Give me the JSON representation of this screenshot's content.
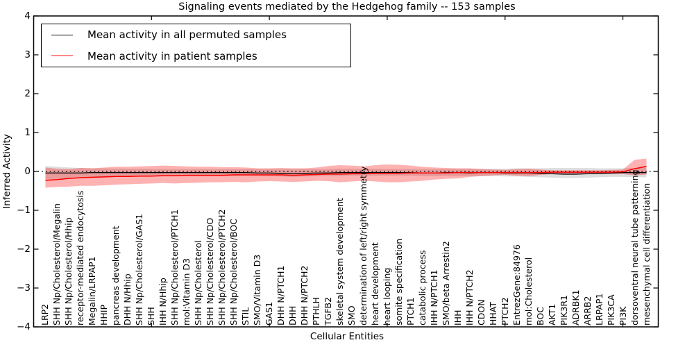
{
  "title": "Signaling events mediated by the Hedgehog family -- 153 samples",
  "axes": {
    "ylabel": "Inferred Activity",
    "xlabel": "Cellular Entities",
    "yticks": [
      {
        "value": 4,
        "label": "4"
      },
      {
        "value": 3,
        "label": "3"
      },
      {
        "value": 2,
        "label": "2"
      },
      {
        "value": 1,
        "label": "1"
      },
      {
        "value": 0,
        "label": "0"
      },
      {
        "value": -1,
        "label": "−1"
      },
      {
        "value": -2,
        "label": "−2"
      },
      {
        "value": -3,
        "label": "−3"
      },
      {
        "value": -4,
        "label": "−4"
      }
    ]
  },
  "legend": {
    "items": [
      {
        "label": "Mean activity in all permuted samples",
        "color": "#000000"
      },
      {
        "label": "Mean activity in patient samples",
        "color": "#ff0000"
      }
    ]
  },
  "chart_data": {
    "type": "line",
    "title": "Signaling events mediated by the Hedgehog family -- 153 samples",
    "xlabel": "Cellular Entities",
    "ylabel": "Inferred Activity",
    "ylim": [
      -4,
      4
    ],
    "zero_line": 0,
    "grid": false,
    "legend_position": "upper left",
    "categories": [
      "LRP2",
      "SHH Np/Cholesterol/Megalin",
      "SHH Np/Cholesterol/Hhip",
      "receptor-mediated endocytosis",
      "Megalin/LRPAP1",
      "HHIP",
      "pancreas development",
      "DHH N/Hhip",
      "SHH Np/Cholesterol/GAS1",
      "SHH",
      "IHH N/Hhip",
      "SHH Np/Cholesterol/PTCH1",
      "mol:Vitamin D3",
      "SHH Np/Cholesterol",
      "SHH Np/Cholesterol/CDO",
      "SHH Np/Cholesterol/PTCH2",
      "SHH Np/Cholesterol/BOC",
      "STIL",
      "SMO/Vitamin D3",
      "GAS1",
      "DHH N/PTCH1",
      "DHH",
      "DHH N/PTCH2",
      "PTHLH",
      "TGFB2",
      "skeletal system development",
      "SMO",
      "determination of left/right symmetry",
      "heart development",
      "heart looping",
      "somite specification",
      "PTCH1",
      "catabolic process",
      "IHH N/PTCH1",
      "SMO/beta Arrestin2",
      "IHH",
      "IHH N/PTCH2",
      "CDON",
      "HHAT",
      "PTCH2",
      "EntrezGene:84976",
      "mol:Cholesterol",
      "BOC",
      "AKT1",
      "PIK3R1",
      "ADRBK1",
      "ARRB2",
      "LRPAP1",
      "PIK3CA",
      "PI3K",
      "dorsoventral neural tube patterning",
      "mesenchymal cell differentiation"
    ],
    "series": [
      {
        "name": "Mean activity in all permuted samples",
        "color": "#000000",
        "values": [
          -0.04,
          -0.04,
          -0.04,
          -0.04,
          -0.03,
          -0.03,
          -0.03,
          -0.03,
          -0.03,
          -0.03,
          -0.03,
          -0.03,
          -0.03,
          -0.03,
          -0.03,
          -0.03,
          -0.03,
          -0.03,
          -0.04,
          -0.04,
          -0.05,
          -0.06,
          -0.05,
          -0.04,
          -0.04,
          -0.03,
          -0.03,
          -0.03,
          -0.03,
          -0.03,
          -0.03,
          -0.03,
          -0.04,
          -0.04,
          -0.03,
          -0.03,
          -0.04,
          -0.03,
          -0.03,
          -0.04,
          -0.04,
          -0.04,
          -0.05,
          -0.06,
          -0.07,
          -0.07,
          -0.06,
          -0.05,
          -0.04,
          -0.03,
          -0.03,
          -0.03
        ],
        "band": {
          "fill": "#000000",
          "opacity": 0.13,
          "upper": [
            0.14,
            0.12,
            0.1,
            0.09,
            0.08,
            0.08,
            0.07,
            0.07,
            0.07,
            0.07,
            0.06,
            0.06,
            0.06,
            0.06,
            0.06,
            0.06,
            0.06,
            0.06,
            0.06,
            0.06,
            0.06,
            0.06,
            0.06,
            0.06,
            0.06,
            0.07,
            0.07,
            0.07,
            0.07,
            0.06,
            0.06,
            0.06,
            0.06,
            0.06,
            0.06,
            0.06,
            0.07,
            0.07,
            0.07,
            0.07,
            0.08,
            0.08,
            0.08,
            0.09,
            0.09,
            0.09,
            0.09,
            0.08,
            0.08,
            0.08,
            0.09,
            0.1
          ],
          "lower": [
            -0.21,
            -0.19,
            -0.17,
            -0.16,
            -0.15,
            -0.14,
            -0.13,
            -0.13,
            -0.12,
            -0.12,
            -0.12,
            -0.12,
            -0.11,
            -0.11,
            -0.11,
            -0.11,
            -0.11,
            -0.11,
            -0.11,
            -0.12,
            -0.13,
            -0.14,
            -0.13,
            -0.12,
            -0.12,
            -0.12,
            -0.11,
            -0.11,
            -0.11,
            -0.11,
            -0.11,
            -0.11,
            -0.12,
            -0.12,
            -0.12,
            -0.12,
            -0.12,
            -0.12,
            -0.12,
            -0.13,
            -0.13,
            -0.14,
            -0.15,
            -0.16,
            -0.17,
            -0.17,
            -0.16,
            -0.15,
            -0.14,
            -0.14,
            -0.15,
            -0.15
          ]
        }
      },
      {
        "name": "Mean activity in patient samples",
        "color": "#ff0000",
        "values": [
          -0.23,
          -0.21,
          -0.18,
          -0.16,
          -0.15,
          -0.14,
          -0.13,
          -0.13,
          -0.12,
          -0.12,
          -0.11,
          -0.11,
          -0.1,
          -0.1,
          -0.1,
          -0.1,
          -0.09,
          -0.09,
          -0.09,
          -0.09,
          -0.09,
          -0.1,
          -0.09,
          -0.08,
          -0.07,
          -0.07,
          -0.06,
          -0.06,
          -0.05,
          -0.05,
          -0.05,
          -0.04,
          -0.04,
          -0.04,
          -0.04,
          -0.03,
          -0.03,
          -0.03,
          -0.03,
          -0.03,
          -0.03,
          -0.03,
          -0.03,
          -0.02,
          -0.02,
          -0.02,
          -0.02,
          -0.02,
          -0.02,
          -0.01,
          0.07,
          0.13
        ],
        "band": {
          "fill": "#ff0000",
          "opacity": 0.3,
          "upper": [
            0.1,
            0.07,
            0.06,
            0.09,
            0.08,
            0.1,
            0.12,
            0.12,
            0.13,
            0.14,
            0.15,
            0.14,
            0.13,
            0.12,
            0.12,
            0.11,
            0.11,
            0.1,
            0.08,
            0.08,
            0.09,
            0.08,
            0.08,
            0.1,
            0.14,
            0.16,
            0.15,
            0.13,
            0.16,
            0.18,
            0.17,
            0.15,
            0.12,
            0.1,
            0.09,
            0.08,
            0.08,
            0.06,
            0.05,
            0.04,
            0.06,
            0.07,
            0.05,
            0.03,
            0.03,
            0.03,
            0.03,
            0.03,
            0.04,
            0.05,
            0.3,
            0.33
          ],
          "lower": [
            -0.42,
            -0.4,
            -0.39,
            -0.37,
            -0.37,
            -0.36,
            -0.34,
            -0.33,
            -0.32,
            -0.31,
            -0.3,
            -0.31,
            -0.3,
            -0.29,
            -0.28,
            -0.28,
            -0.27,
            -0.28,
            -0.26,
            -0.25,
            -0.26,
            -0.27,
            -0.26,
            -0.24,
            -0.25,
            -0.28,
            -0.26,
            -0.24,
            -0.26,
            -0.28,
            -0.28,
            -0.26,
            -0.24,
            -0.21,
            -0.19,
            -0.18,
            -0.14,
            -0.12,
            -0.1,
            -0.09,
            -0.11,
            -0.12,
            -0.09,
            -0.07,
            -0.06,
            -0.06,
            -0.06,
            -0.06,
            -0.07,
            -0.07,
            -0.1,
            -0.08
          ]
        }
      }
    ]
  }
}
